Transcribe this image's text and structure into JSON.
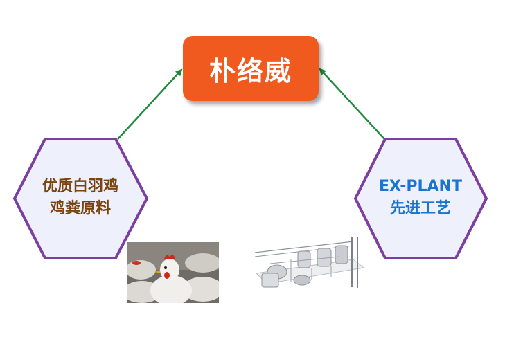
{
  "center": {
    "label": "朴络威",
    "color": "#f05a1e"
  },
  "left_node": {
    "line1": "优质白羽鸡",
    "line2": "鸡粪原料",
    "text_color": "#7a4410",
    "icon": "chicken-photo"
  },
  "right_node": {
    "line1": "EX-PLANT",
    "line2": "先进工艺",
    "text_color": "#1a74d2",
    "icon": "processing-plant-illustration"
  },
  "hexagon": {
    "fill": "#eef0fb",
    "stroke": "#7a3fa0"
  },
  "arrow_color": "#1d8a3c"
}
